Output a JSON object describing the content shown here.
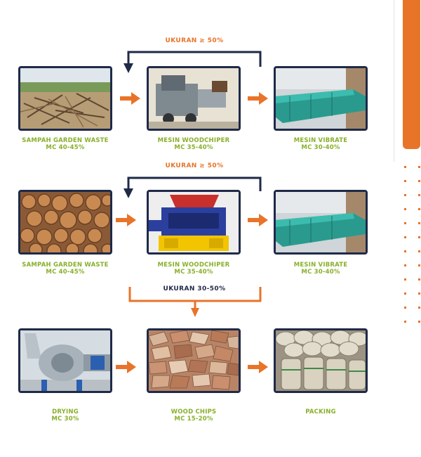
{
  "colors": {
    "accent": "#e8742a",
    "navy": "#1f2a48",
    "label_green": "#88b02a"
  },
  "rows": [
    {
      "feedback_label": "UKURAN ≥ 50%",
      "steps": [
        {
          "title": "SAMPAH GARDEN WASTE",
          "sub": "MC 40-45%",
          "photo": "garden-waste-branches"
        },
        {
          "title": "MESIN WOODCHIPER",
          "sub": "MC 35-40%",
          "photo": "woodchipper-machine"
        },
        {
          "title": "MESIN VIBRATE",
          "sub": "MC 30-40%",
          "photo": "vibrating-screen"
        }
      ]
    },
    {
      "feedback_label": "UKURAN ≥ 50%",
      "steps": [
        {
          "title": "SAMPAH GARDEN WASTE",
          "sub": "MC 40-45%",
          "photo": "firewood-logs"
        },
        {
          "title": "MESIN WOODCHIPER",
          "sub": "MC 35-40%",
          "photo": "shredder-machine"
        },
        {
          "title": "MESIN VIBRATE",
          "sub": "MC 30-40%",
          "photo": "vibrating-screen"
        }
      ]
    }
  ],
  "splitter_label": "UKURAN 30-50%",
  "final_row": [
    {
      "title": "DRYING",
      "sub": "MC 30%",
      "photo": "rotary-dryer"
    },
    {
      "title": "WOOD CHIPS",
      "sub": "MC 15-20%",
      "photo": "wood-chips"
    },
    {
      "title": "PACKING",
      "sub": "",
      "photo": "packed-sacks"
    }
  ]
}
